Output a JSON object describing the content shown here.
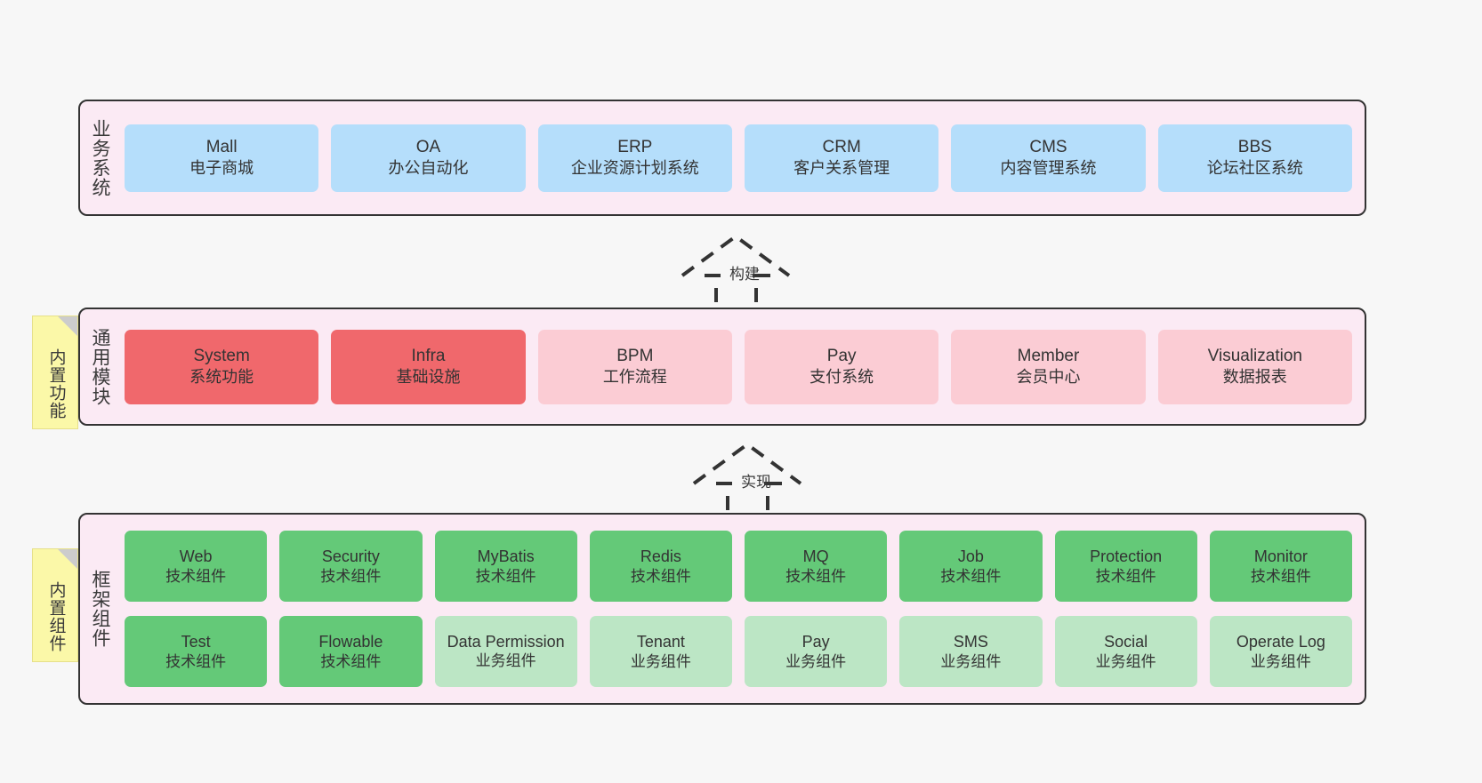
{
  "diagram": {
    "title_hidden": "",
    "colors": {
      "canvas_bg": "#f7f7f7",
      "layer_bg": "#fbeaf4",
      "layer_border": "#333333",
      "business_box": "#b5defb",
      "module_strong": "#f0686c",
      "module_light": "#fbccd4",
      "framework_tech": "#64c978",
      "framework_business": "#bce6c5",
      "note_bg": "#fbf8a8",
      "note_fold": "#cccccc"
    }
  },
  "layers": [
    {
      "key": "business",
      "title": "业务系统",
      "boxes": [
        {
          "name": "Mall",
          "desc": "电子商城"
        },
        {
          "name": "OA",
          "desc": "办公自动化"
        },
        {
          "name": "ERP",
          "desc": "企业资源计划系统"
        },
        {
          "name": "CRM",
          "desc": "客户关系管理"
        },
        {
          "name": "CMS",
          "desc": "内容管理系统"
        },
        {
          "name": "BBS",
          "desc": "论坛社区系统"
        }
      ]
    },
    {
      "key": "modules",
      "title": "通用模块",
      "note": "内置功能",
      "boxes": [
        {
          "name": "System",
          "desc": "系统功能",
          "variant": "strong"
        },
        {
          "name": "Infra",
          "desc": "基础设施",
          "variant": "strong"
        },
        {
          "name": "BPM",
          "desc": "工作流程",
          "variant": "light"
        },
        {
          "name": "Pay",
          "desc": "支付系统",
          "variant": "light"
        },
        {
          "name": "Member",
          "desc": "会员中心",
          "variant": "light"
        },
        {
          "name": "Visualization",
          "desc": "数据报表",
          "variant": "light"
        }
      ]
    },
    {
      "key": "framework",
      "title": "框架组件",
      "note": "内置组件",
      "row1": [
        {
          "name": "Web",
          "desc": "技术组件",
          "variant": "tech"
        },
        {
          "name": "Security",
          "desc": "技术组件",
          "variant": "tech"
        },
        {
          "name": "MyBatis",
          "desc": "技术组件",
          "variant": "tech"
        },
        {
          "name": "Redis",
          "desc": "技术组件",
          "variant": "tech"
        },
        {
          "name": "MQ",
          "desc": "技术组件",
          "variant": "tech"
        },
        {
          "name": "Job",
          "desc": "技术组件",
          "variant": "tech"
        },
        {
          "name": "Protection",
          "desc": "技术组件",
          "variant": "tech"
        },
        {
          "name": "Monitor",
          "desc": "技术组件",
          "variant": "tech"
        }
      ],
      "row2": [
        {
          "name": "Test",
          "desc": "技术组件",
          "variant": "tech"
        },
        {
          "name": "Flowable",
          "desc": "技术组件",
          "variant": "tech"
        },
        {
          "name": "Data Permission",
          "desc": "业务组件",
          "variant": "biz"
        },
        {
          "name": "Tenant",
          "desc": "业务组件",
          "variant": "biz"
        },
        {
          "name": "Pay",
          "desc": "业务组件",
          "variant": "biz"
        },
        {
          "name": "SMS",
          "desc": "业务组件",
          "variant": "biz"
        },
        {
          "name": "Social",
          "desc": "业务组件",
          "variant": "biz"
        },
        {
          "name": "Operate Log",
          "desc": "业务组件",
          "variant": "biz"
        }
      ]
    }
  ],
  "connectors": [
    {
      "key": "build",
      "label": "构建",
      "from": "modules",
      "to": "business"
    },
    {
      "key": "implement",
      "label": "实现",
      "from": "framework",
      "to": "modules"
    }
  ]
}
